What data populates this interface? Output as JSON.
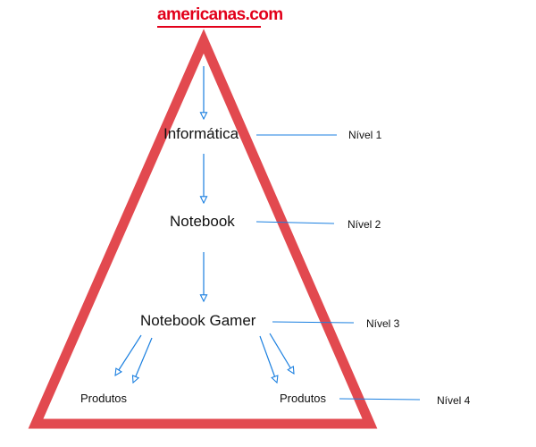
{
  "brand": {
    "logo_text": "americanas.com",
    "accent_color": "#e2001a"
  },
  "colors": {
    "triangle": "#e2494f",
    "arrow": "#1a7fe0",
    "connector": "#1a7fe0"
  },
  "hierarchy": {
    "node_1": "Informática",
    "node_2": "Notebook",
    "node_3": "Notebook Gamer",
    "products_left": "Produtos",
    "products_right": "Produtos"
  },
  "levels": {
    "level_1": "Nível 1",
    "level_2": "Nível 2",
    "level_3": "Nível 3",
    "level_4": "Nível 4"
  }
}
